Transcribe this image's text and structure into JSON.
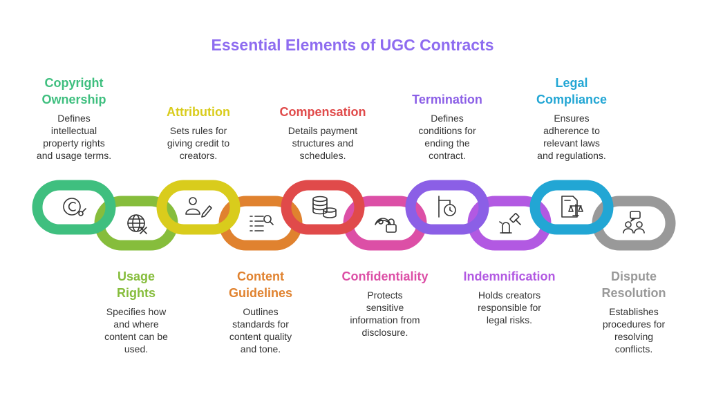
{
  "title": "Essential Elements of UGC Contracts",
  "elements": [
    {
      "name": "Copyright Ownership",
      "lines": [
        "Copyright",
        "Ownership"
      ],
      "desc": [
        "Defines",
        "intellectual",
        "property rights",
        "and usage terms."
      ],
      "color": "#3fbf7f",
      "icon": "copyright-icon",
      "position": "top"
    },
    {
      "name": "Usage Rights",
      "lines": [
        "Usage",
        "Rights"
      ],
      "desc": [
        "Specifies how",
        "and where",
        "content can be",
        "used."
      ],
      "color": "#86bd3c",
      "icon": "globe-icon",
      "position": "bottom"
    },
    {
      "name": "Attribution",
      "lines": [
        "Attribution"
      ],
      "desc": [
        "Sets rules for",
        "giving credit to",
        "creators."
      ],
      "color": "#d9cc1c",
      "icon": "person-pen-icon",
      "position": "top"
    },
    {
      "name": "Content Guidelines",
      "lines": [
        "Content",
        "Guidelines"
      ],
      "desc": [
        "Outlines",
        "standards for",
        "content quality",
        "and tone."
      ],
      "color": "#e0822f",
      "icon": "list-search-icon",
      "position": "bottom"
    },
    {
      "name": "Compensation",
      "lines": [
        "Compensation"
      ],
      "desc": [
        "Details payment",
        "structures and",
        "schedules."
      ],
      "color": "#e04a4a",
      "icon": "coins-icon",
      "position": "top"
    },
    {
      "name": "Confidentiality",
      "lines": [
        "Confidentiality"
      ],
      "desc": [
        "Protects",
        "sensitive",
        "information from",
        "disclosure."
      ],
      "color": "#dc4fa6",
      "icon": "lock-icon",
      "position": "bottom"
    },
    {
      "name": "Termination",
      "lines": [
        "Termination"
      ],
      "desc": [
        "Defines",
        "conditions for",
        "ending the",
        "contract."
      ],
      "color": "#8b5fe6",
      "icon": "timer-sign-icon",
      "position": "top"
    },
    {
      "name": "Indemnification",
      "lines": [
        "Indemnification"
      ],
      "desc": [
        "Holds creators",
        "responsible for",
        "legal risks."
      ],
      "color": "#b259e2",
      "icon": "gavel-icon",
      "position": "bottom"
    },
    {
      "name": "Legal Compliance",
      "lines": [
        "Legal",
        "Compliance"
      ],
      "desc": [
        "Ensures",
        "adherence to",
        "relevant laws",
        "and regulations."
      ],
      "color": "#22a6d4",
      "icon": "scales-document-icon",
      "position": "top"
    },
    {
      "name": "Dispute Resolution",
      "lines": [
        "Dispute",
        "Resolution"
      ],
      "desc": [
        "Establishes",
        "procedures for",
        "resolving",
        "conflicts."
      ],
      "color": "#999999",
      "icon": "people-discussion-icon",
      "position": "bottom"
    }
  ]
}
